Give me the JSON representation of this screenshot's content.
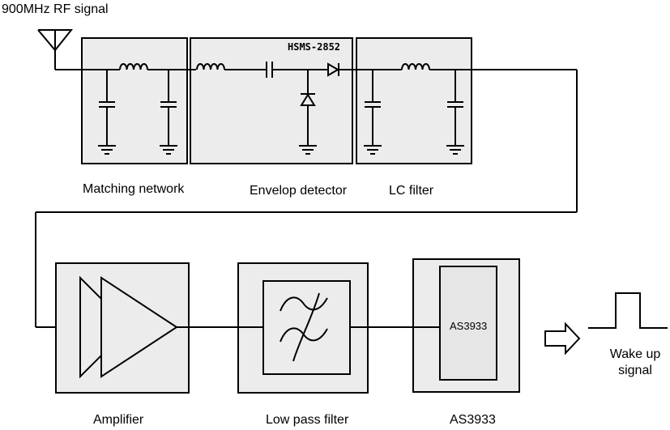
{
  "signal_label": "900MHz RF signal",
  "diode_part": "HSMS-2852",
  "stages_top": [
    {
      "name": "Matching network"
    },
    {
      "name": "Envelop detector"
    },
    {
      "name": "LC filter"
    }
  ],
  "stages_bottom": [
    {
      "name": "Amplifier"
    },
    {
      "name": "Low pass filter"
    },
    {
      "name": "AS3933"
    }
  ],
  "ic_label": "AS3933",
  "output": {
    "line1": "Wake up",
    "line2": "signal"
  },
  "colors": {
    "block_fill": "#ececec",
    "line": "#000000",
    "ic_fill": "#e6e6e6"
  }
}
